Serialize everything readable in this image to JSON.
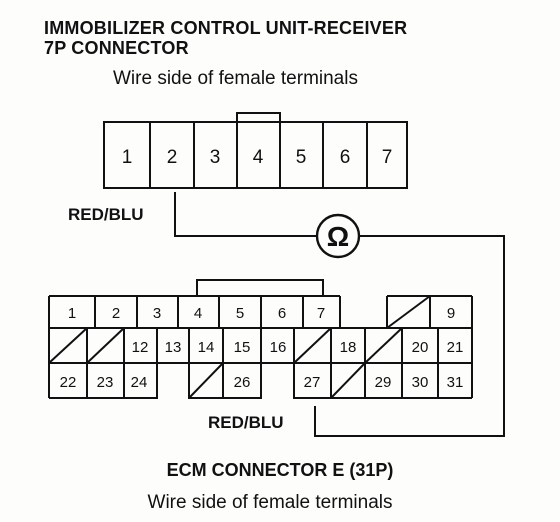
{
  "header": {
    "title_line1": "IMMOBILIZER CONTROL UNIT-RECEIVER",
    "title_line2": "7P CONNECTOR",
    "subtitle": "Wire side of female terminals"
  },
  "connector_7p": {
    "terminals": [
      "1",
      "2",
      "3",
      "4",
      "5",
      "6",
      "7"
    ]
  },
  "ecm_connector": {
    "row1": [
      "1",
      "2",
      "3",
      "4",
      "5",
      "6",
      "7",
      "9"
    ],
    "row2": [
      "12",
      "13",
      "14",
      "15",
      "16",
      "18",
      "20",
      "21"
    ],
    "row3": [
      "22",
      "23",
      "24",
      "26",
      "27",
      "29",
      "30",
      "31"
    ],
    "title": "ECM CONNECTOR E (31P)",
    "subtitle": "Wire side of female terminals"
  },
  "wires": {
    "top_label": "RED/BLU",
    "bottom_label": "RED/BLU"
  },
  "meter": {
    "symbol": "Ω"
  }
}
